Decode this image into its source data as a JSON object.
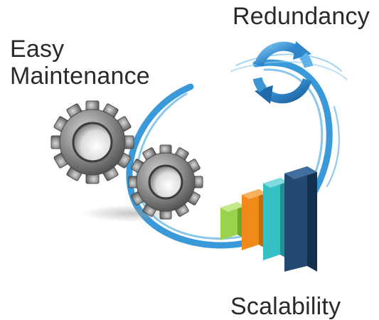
{
  "labels": {
    "redundancy": "Redundancy",
    "easy_maintenance_line1": "Easy",
    "easy_maintenance_line2": "Maintenance",
    "scalability": "Scalability"
  },
  "icons": {
    "maintenance": "gears-icon",
    "redundancy": "refresh-cycle-icon",
    "scalability": "bar-chart-icon"
  },
  "colors": {
    "swoosh": "#3a9ad9",
    "cycle": "#2f86c9",
    "gear": "#7b7b7b",
    "bar_green": "#9bd24c",
    "bar_orange": "#f28a1b",
    "bar_teal": "#35c1c4",
    "bar_navy": "#244a73",
    "text": "#2a2a2a"
  }
}
